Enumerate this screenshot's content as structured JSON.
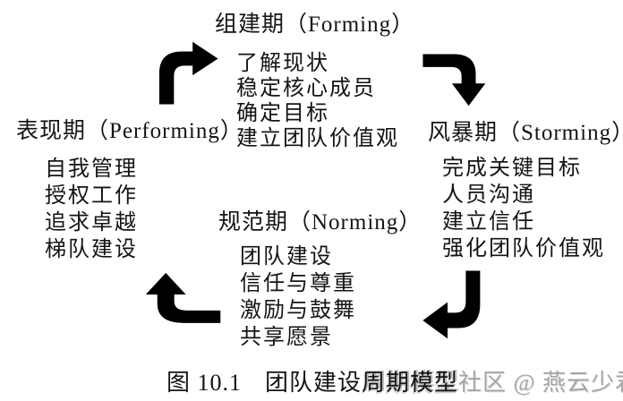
{
  "diagram": {
    "stages": [
      {
        "key": "forming",
        "title": "组建期（Forming）",
        "items": [
          "了解现状",
          "稳定核心成员",
          "确定目标",
          "建立团队价值观"
        ]
      },
      {
        "key": "storming",
        "title": "风暴期（Storming）",
        "items": [
          "完成关键目标",
          "人员沟通",
          "建立信任",
          "强化团队价值观"
        ]
      },
      {
        "key": "norming",
        "title": "规范期（Norming）",
        "items": [
          "团队建设",
          "信任与尊重",
          "激励与鼓舞",
          "共享愿景"
        ]
      },
      {
        "key": "performing",
        "title": "表现期（Performing）",
        "items": [
          "自我管理",
          "授权工作",
          "追求卓越",
          "梯队建设"
        ]
      }
    ],
    "arrows": [
      "bent-arrow-performing-to-forming",
      "bent-arrow-forming-to-storming",
      "bent-arrow-storming-to-norming",
      "bent-arrow-norming-to-performing"
    ],
    "caption": {
      "prefix": "图 10.1",
      "title_part1": "团队建设",
      "title_part2": "周期模型"
    },
    "watermark": "社区 @ 燕云少君",
    "colors": {
      "text": "#141414",
      "background": "#ffffff",
      "arrow_outline": "#0d0d0d",
      "watermark": "#a5a5a5"
    }
  }
}
